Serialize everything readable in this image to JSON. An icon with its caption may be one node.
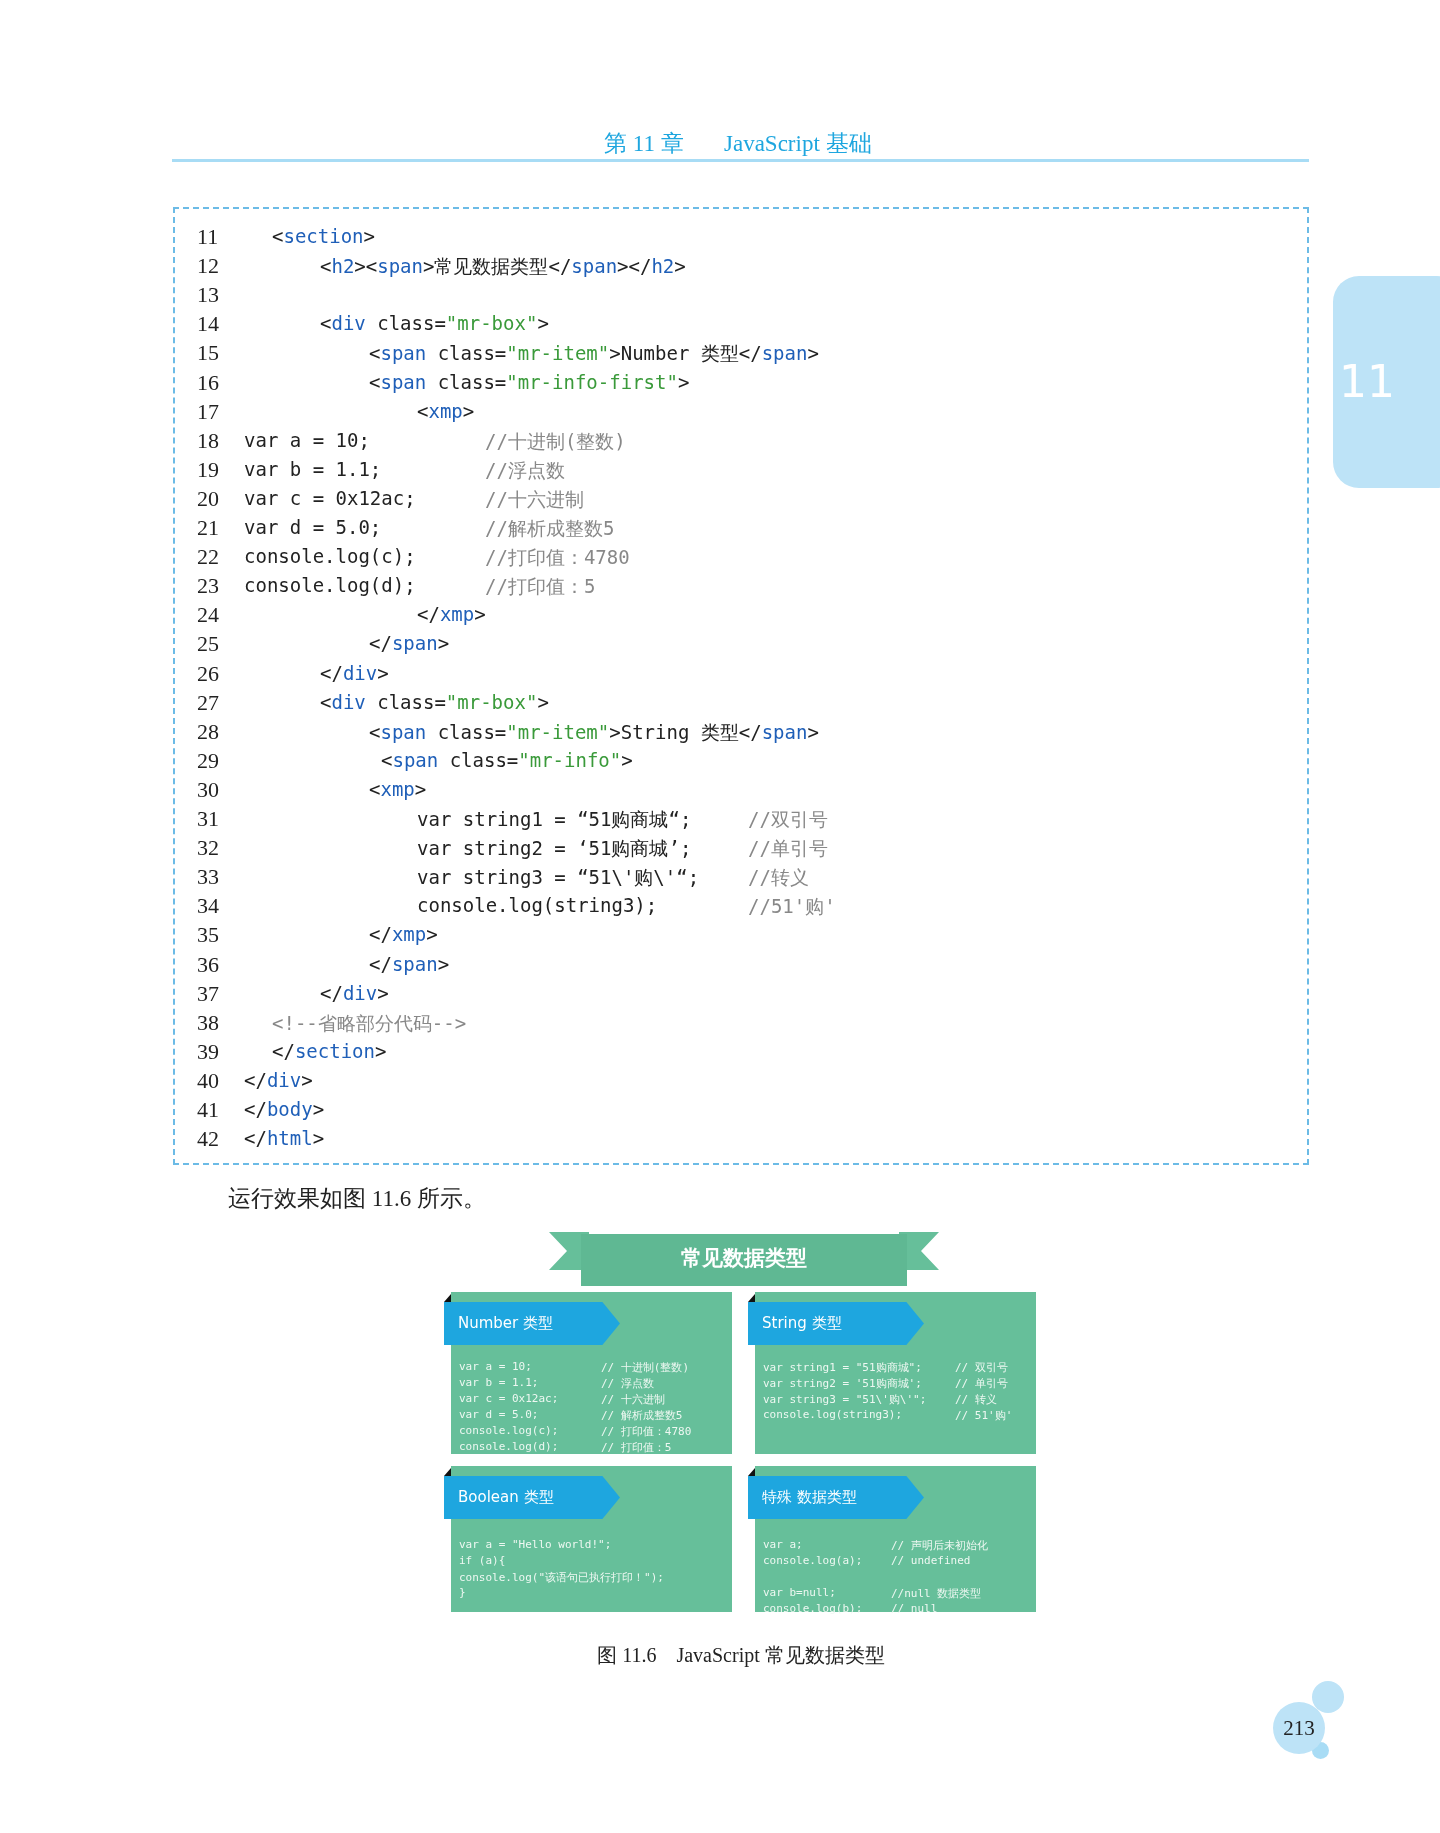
{
  "diagram": {
    "caption": "图 11.6　JavaScript 常见数据类型",
    "nodes": [
      {
        "text": [
          "常见数据类型"
        ]
      },
      {
        "text": [
          "Number 类型",
          "var a = 10;",
          "// 十进制(整数)",
          "var b = 1.1;",
          "// 浮点数",
          "var c = 0x12ac;",
          "// 十六进制",
          "var d = 5.0;",
          "// 解析成整数5",
          "console.log(c);",
          "// 打印值：4780",
          "console.log(d);",
          "// 打印值：5"
        ]
      },
      {
        "text": [
          "String 类型",
          "var string1 = \"51购商城\";",
          "// 双引号",
          "var string2 = '51购商城';",
          "// 单引号",
          "var string3 = \"51\\'购\\'\";",
          "// 转义",
          "console.log(string3);",
          "// 51'购'"
        ]
      },
      {
        "text": [
          "Boolean 类型",
          "var a = \"Hello world!\";",
          "if (a){",
          "console.log(\"该语句已执行打印！\");",
          "}"
        ]
      },
      {
        "text": [
          "特殊 数据类型",
          "var a;",
          "// 声明后未初始化",
          "console.log(a);",
          "// undefined",
          "var b=null;",
          "//null 数据类型",
          "console.log(b);",
          "// null"
        ]
      }
    ],
    "labels": [
      "第 11 章",
      "JavaScript 基础",
      "11",
      "11",
      "<section>",
      "12",
      "<h2><span>常见数据类型</span></h2>",
      "13",
      "14",
      "<div class=\"mr-box\">",
      "15",
      "<span class=\"mr-item\">Number 类型</span>",
      "16",
      "<span class=\"mr-info-first\">",
      "17",
      "<xmp>",
      "18",
      "var a = 10;",
      "//十进制(整数)",
      "19",
      "var b = 1.1;",
      "//浮点数",
      "20",
      "var c = 0x12ac;",
      "//十六进制",
      "21",
      "var d = 5.0;",
      "//解析成整数5",
      "22",
      "console.log(c);",
      "//打印值：4780",
      "23",
      "console.log(d);",
      "//打印值：5",
      "24",
      "</xmp>",
      "25",
      "</span>",
      "26",
      "</div>",
      "27",
      "<div class=\"mr-box\">",
      "28",
      "<span class=\"mr-item\">String 类型</span>",
      "29",
      "<span class=\"mr-info\">",
      "30",
      "<xmp>",
      "31",
      "var string1 = “51购商城“;",
      "//双引号",
      "32",
      "var string2 = ‘51购商城’;",
      "//单引号",
      "33",
      "var string3 = “51\\'购\\'“;",
      "//转义",
      "34",
      "console.log(string3);",
      "//51'购'",
      "35",
      "</xmp>",
      "36",
      "</span>",
      "37",
      "</div>",
      "38",
      "<!--省略部分代码-->",
      "39",
      "</section>",
      "40",
      "</div>",
      "41",
      "</body>",
      "42",
      "</html>",
      "运行效果如图 11.6 所示。",
      "213"
    ]
  }
}
